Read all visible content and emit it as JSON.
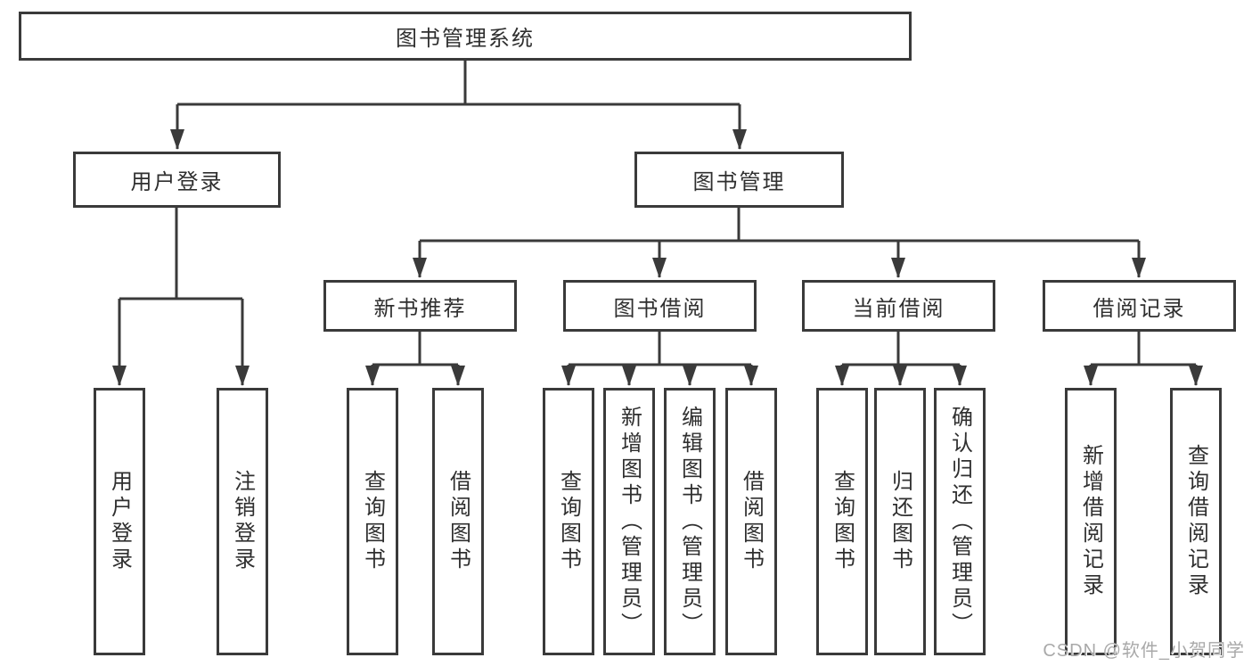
{
  "colors": {
    "line": "#3a3a3a",
    "box_border": "#3a3a3a",
    "text": "#2f2f2f",
    "background": "#ffffff",
    "watermark": "#a9a9a9"
  },
  "watermark": {
    "text": "CSDN @软件_小贺同学"
  },
  "tree": {
    "label": "图书管理系统",
    "children": [
      {
        "label": "用户登录",
        "children": [
          {
            "label": "用户登录"
          },
          {
            "label": "注销登录"
          }
        ]
      },
      {
        "label": "图书管理",
        "children": [
          {
            "label": "新书推荐",
            "children": [
              {
                "label": "查询图书"
              },
              {
                "label": "借阅图书"
              }
            ]
          },
          {
            "label": "图书借阅",
            "children": [
              {
                "label": "查询图书"
              },
              {
                "label": "新增图书（管理员）"
              },
              {
                "label": "编辑图书（管理员）"
              },
              {
                "label": "借阅图书"
              }
            ]
          },
          {
            "label": "当前借阅",
            "children": [
              {
                "label": "查询图书"
              },
              {
                "label": "归还图书"
              },
              {
                "label": "确认归还（管理员）"
              }
            ]
          },
          {
            "label": "借阅记录",
            "children": [
              {
                "label": "新增借阅记录"
              },
              {
                "label": "查询借阅记录"
              }
            ]
          }
        ]
      }
    ]
  }
}
